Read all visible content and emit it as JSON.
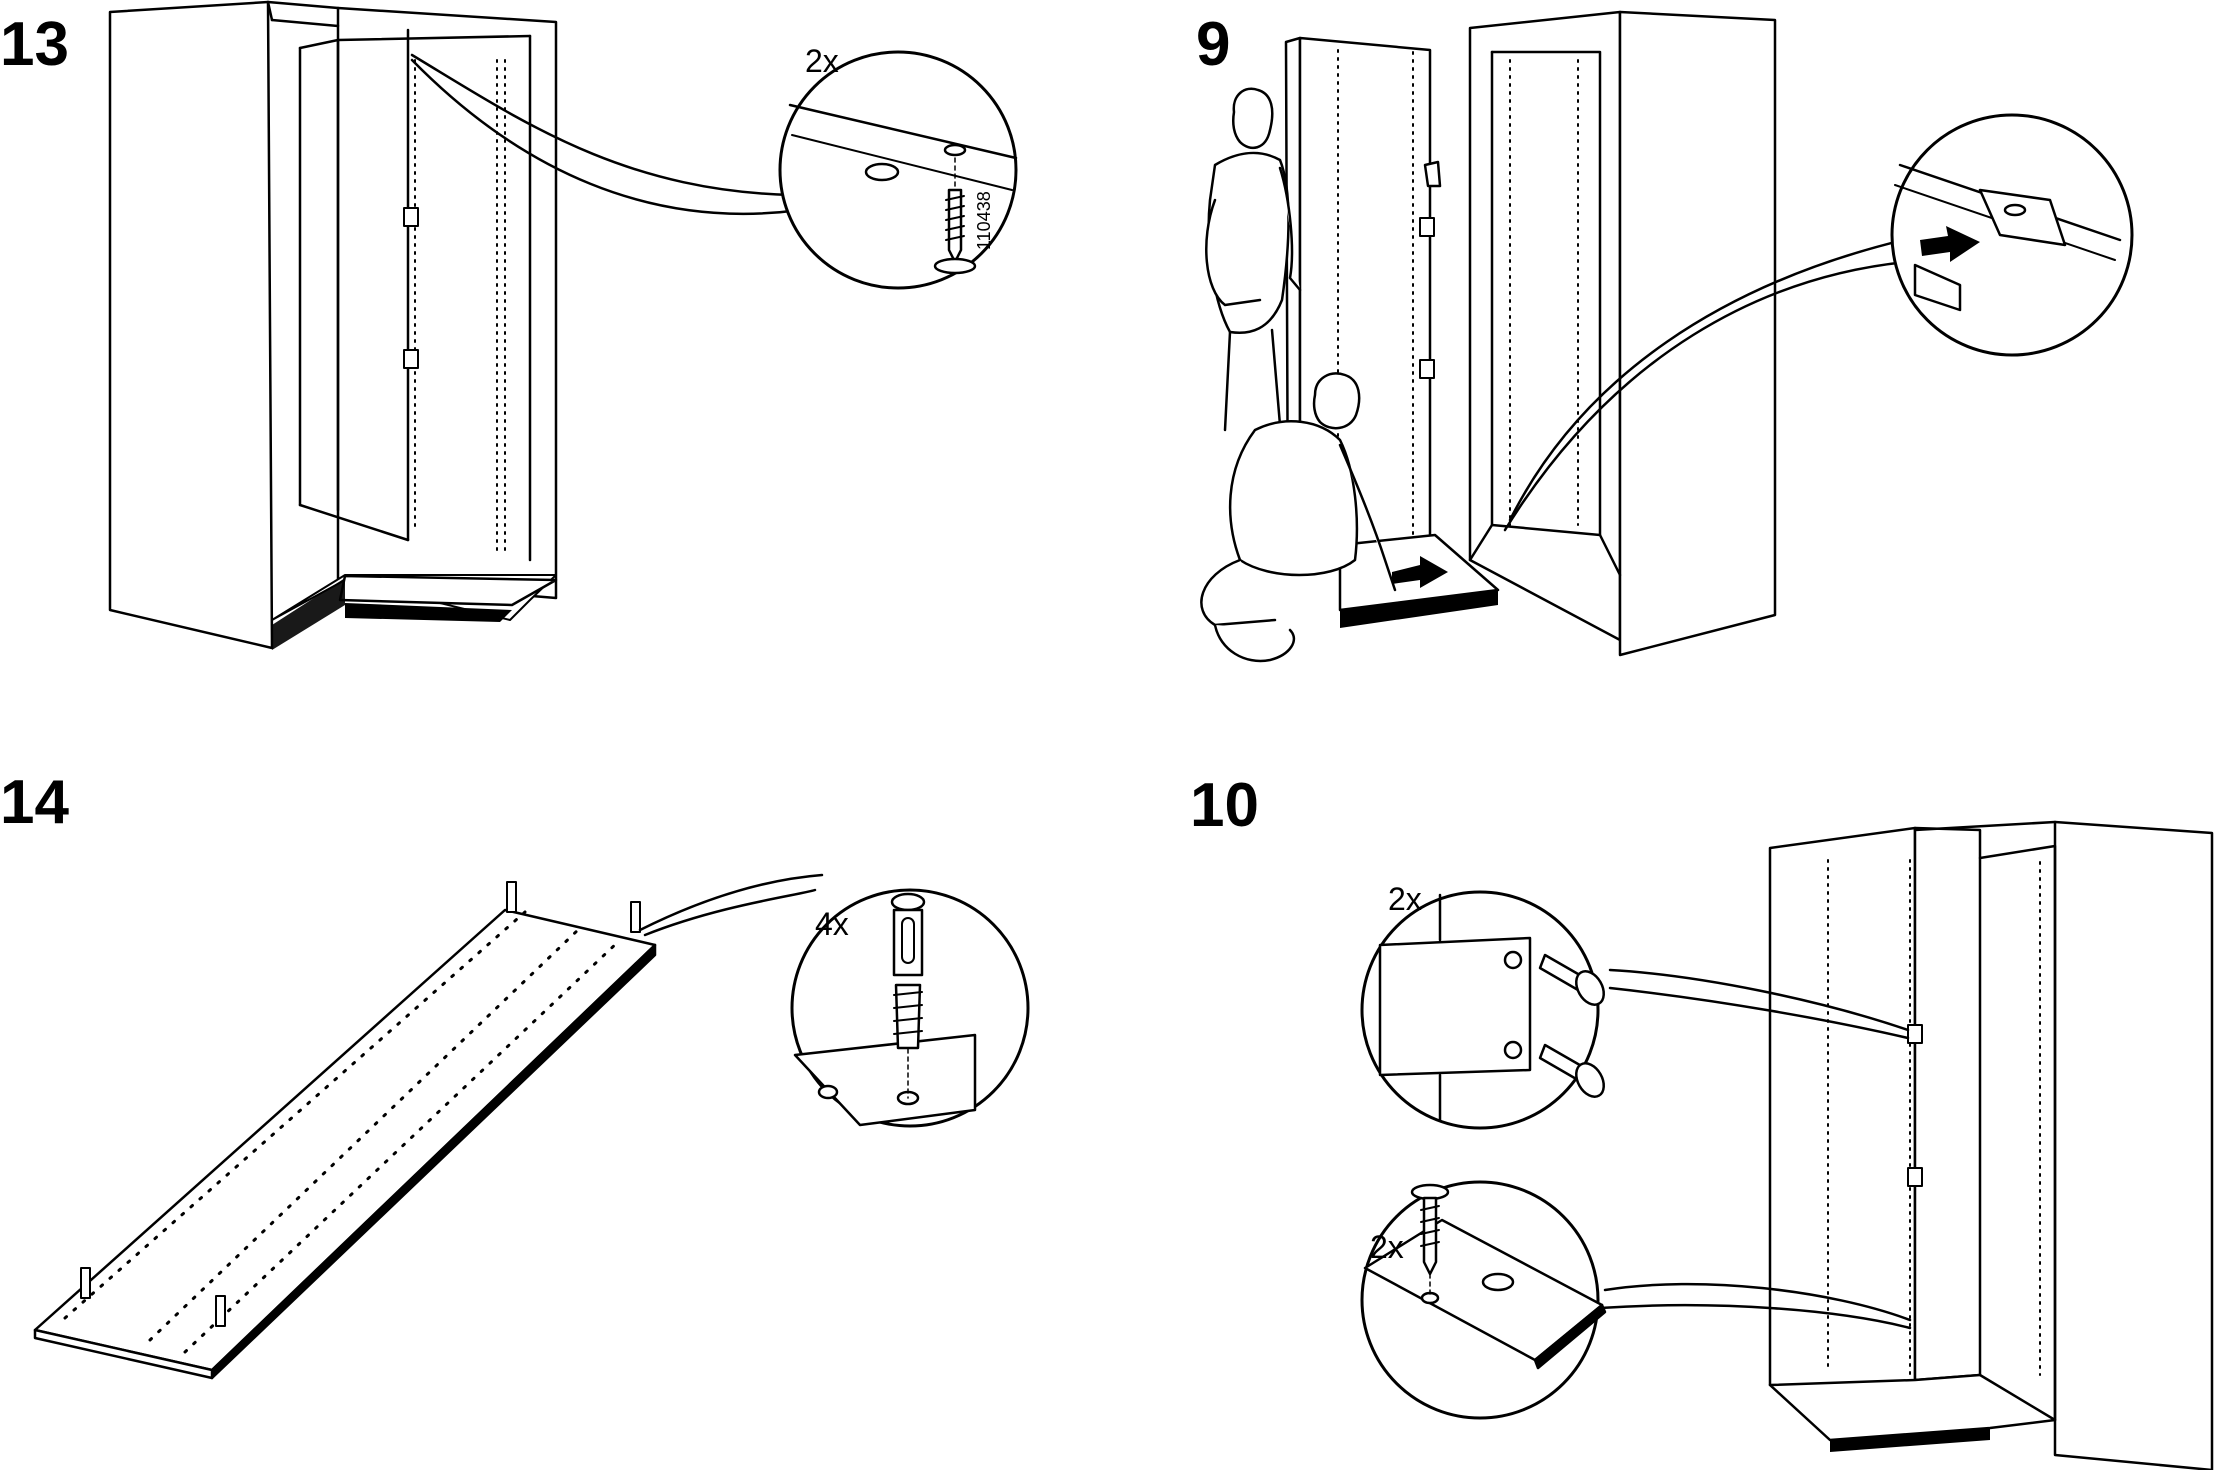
{
  "steps": [
    {
      "number": "13",
      "callout_count": "2x",
      "part_number": "110438"
    },
    {
      "number": "9"
    },
    {
      "number": "14",
      "callout_count": "4x"
    },
    {
      "number": "10",
      "callout_count_upper": "2x",
      "callout_count_lower": "2x"
    }
  ]
}
